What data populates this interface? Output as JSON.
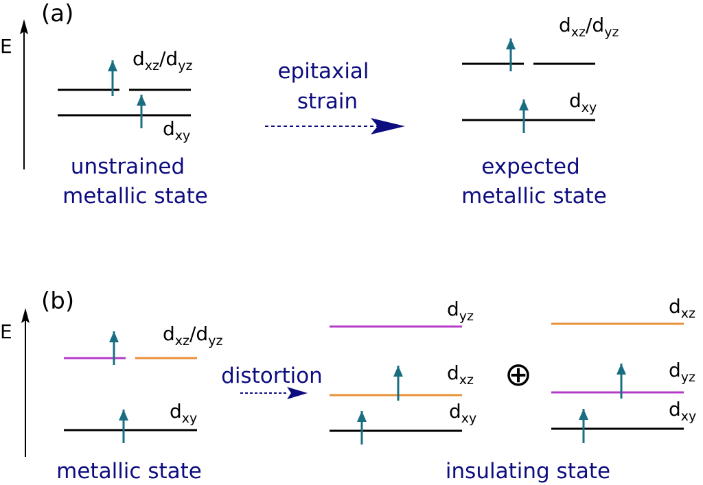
{
  "colors": {
    "level_black": "#000000",
    "level_magenta": "#b43bc8",
    "level_orange": "#e8903a",
    "spin_arrow": "#1a6e82",
    "caption_text": "#0d0d80",
    "strain_arrow": "#0d0d80"
  },
  "panel_a": {
    "tag": "(a)",
    "axis_label": "E",
    "initial": {
      "upper_label": {
        "d": "d",
        "s1": "xz",
        "slash": "/d",
        "s2": "yz"
      },
      "lower_label": {
        "d": "d",
        "s1": "xy"
      },
      "caption_line1": "unstrained",
      "caption_line2": "metallic state"
    },
    "transition": {
      "line1": "epitaxial",
      "line2": "strain"
    },
    "final": {
      "upper_label": {
        "d": "d",
        "s1": "xz",
        "slash": "/d",
        "s2": "yz"
      },
      "lower_label": {
        "d": "d",
        "s1": "xy"
      },
      "caption_line1": "expected",
      "caption_line2": "metallic state"
    }
  },
  "panel_b": {
    "tag": "(b)",
    "axis_label": "E",
    "initial": {
      "upper_label": {
        "d": "d",
        "s1": "xz",
        "slash": "/d",
        "s2": "yz"
      },
      "lower_label": {
        "d": "d",
        "s1": "xy"
      },
      "caption": "metallic state"
    },
    "transition": {
      "label": "distortion"
    },
    "option1": {
      "top": {
        "d": "d",
        "s1": "yz"
      },
      "mid": {
        "d": "d",
        "s1": "xz"
      },
      "bot": {
        "d": "d",
        "s1": "xy"
      }
    },
    "operator_symbol": "⊕",
    "option2": {
      "top": {
        "d": "d",
        "s1": "xz"
      },
      "mid": {
        "d": "d",
        "s1": "yz"
      },
      "bot": {
        "d": "d",
        "s1": "xy"
      }
    },
    "caption": "insulating state"
  }
}
